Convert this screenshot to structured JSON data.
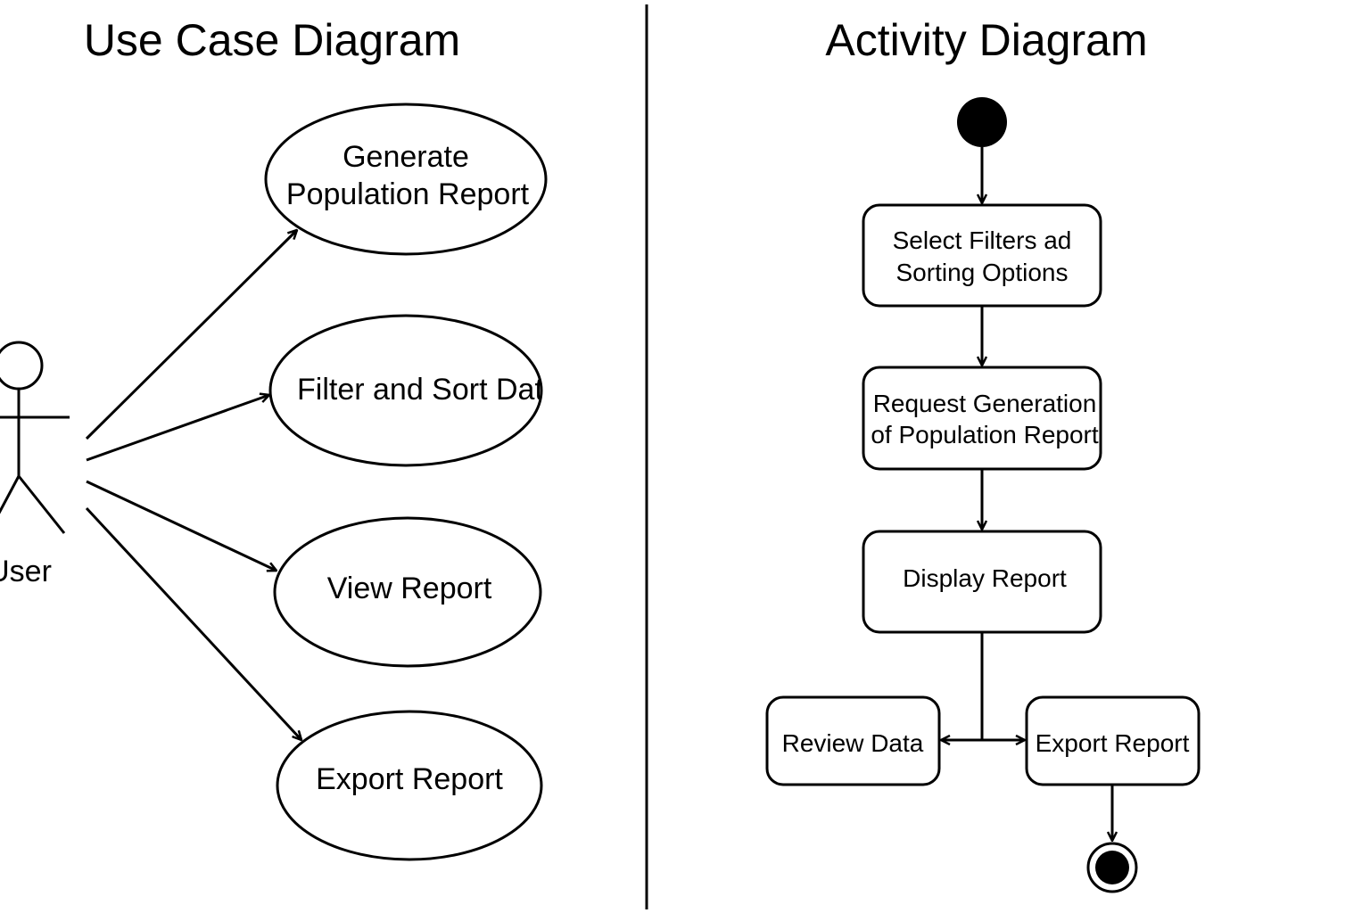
{
  "use_case_diagram": {
    "title": "Use Case Diagram",
    "actor": {
      "label": "User"
    },
    "use_cases": [
      {
        "id": "uc1",
        "lines": [
          "Generate",
          "Population Report"
        ]
      },
      {
        "id": "uc2",
        "lines": [
          "Filter and Sort Date"
        ]
      },
      {
        "id": "uc3",
        "lines": [
          "View Report"
        ]
      },
      {
        "id": "uc4",
        "lines": [
          "Export Report"
        ]
      }
    ]
  },
  "activity_diagram": {
    "title": "Activity Diagram",
    "start_node": "initial-node",
    "end_node": "final-node",
    "actions": [
      {
        "id": "a1",
        "lines": [
          "Select Filters ad",
          "Sorting Options"
        ]
      },
      {
        "id": "a2",
        "lines": [
          "Request Generation",
          "of Population Report"
        ]
      },
      {
        "id": "a3",
        "lines": [
          "Display Report"
        ]
      },
      {
        "id": "a4",
        "lines": [
          "Review Data"
        ]
      },
      {
        "id": "a5",
        "lines": [
          "Export Report"
        ]
      }
    ]
  },
  "colors": {
    "stroke": "#000000",
    "background": "#ffffff"
  }
}
